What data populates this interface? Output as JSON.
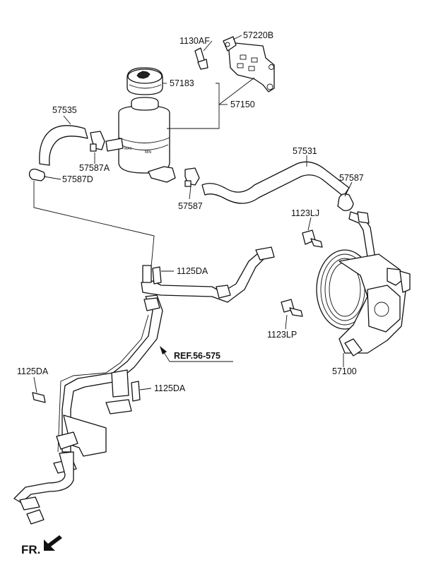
{
  "labels": {
    "p1130AF": "1130AF",
    "p57220B": "57220B",
    "p57183": "57183",
    "p57150": "57150",
    "p57535": "57535",
    "p57587A": "57587A",
    "p57587D": "57587D",
    "p57531": "57531",
    "p57587_right": "57587",
    "p57587_mid": "57587",
    "p1123LJ": "1123LJ",
    "p1125DA_upper": "1125DA",
    "p1123LP": "1123LP",
    "p57100": "57100",
    "ref": "REF.56-575",
    "p1125DA_left": "1125DA",
    "p1125DA_lower": "1125DA",
    "front": "FR."
  },
  "icons": {
    "front_arrow": "front-direction-arrow"
  }
}
